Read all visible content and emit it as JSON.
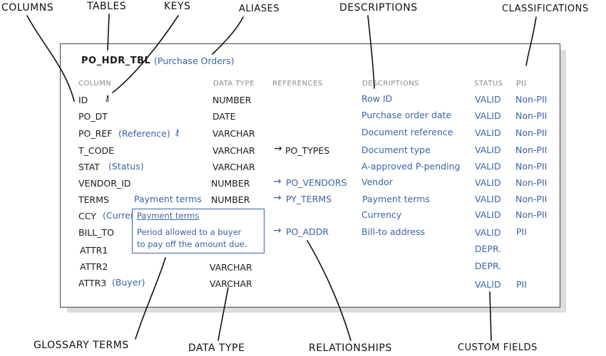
{
  "callouts": {
    "columns": "COLUMNS",
    "tables": "TABLES",
    "keys": "KEYS",
    "aliases": "ALIASES",
    "descriptions": "DESCRIPTIONS",
    "classifications": "CLASSIFICATIONS",
    "glossary_terms": "GLOSSARY TERMS",
    "data_type": "DATA TYPE",
    "relationships": "RELATIONSHIPS",
    "custom_fields": "CUSTOM FIELDS"
  },
  "table": {
    "name": "PO_HDR_TBL",
    "alias": "(Purchase Orders)",
    "headers": {
      "column": "COLUMN",
      "data_type": "DATA TYPE",
      "references": "REFERENCES",
      "descriptions": "DESCRIPTIONS",
      "status": "STATUS",
      "pii": "PII"
    },
    "rows": [
      {
        "column": "ID",
        "alias": "",
        "key": "⚷",
        "data_type": "NUMBER",
        "glossary": "",
        "reference": "",
        "description": "Row ID",
        "status": "VALID",
        "pii": "Non-PII"
      },
      {
        "column": "PO_DT",
        "alias": "",
        "key": "",
        "data_type": "DATE",
        "glossary": "",
        "reference": "",
        "description": "Purchase order date",
        "status": "VALID",
        "pii": "Non-PII"
      },
      {
        "column": "PO_REF",
        "alias": "(Reference)",
        "key": "⚷",
        "data_type": "VARCHAR",
        "glossary": "",
        "reference": "",
        "description": "Document reference",
        "status": "VALID",
        "pii": "Non-PII"
      },
      {
        "column": "T_CODE",
        "alias": "",
        "key": "",
        "data_type": "VARCHAR",
        "glossary": "",
        "reference": "PO_TYPES",
        "description": "Document type",
        "status": "VALID",
        "pii": "Non-PII"
      },
      {
        "column": "STAT",
        "alias": "(Status)",
        "key": "",
        "data_type": "VARCHAR",
        "glossary": "",
        "reference": "",
        "description": "A-approved P-pending",
        "status": "VALID",
        "pii": "Non-PII"
      },
      {
        "column": "VENDOR_ID",
        "alias": "",
        "key": "",
        "data_type": "NUMBER",
        "glossary": "",
        "reference": "PO_VENDORS",
        "description": "Vendor",
        "status": "VALID",
        "pii": "Non-PII"
      },
      {
        "column": "TERMS",
        "alias": "",
        "key": "",
        "data_type": "NUMBER",
        "glossary": "Payment terms",
        "reference": "PY_TERMS",
        "description": "Payment terms",
        "status": "VALID",
        "pii": "Non-PII"
      },
      {
        "column": "CCY",
        "alias": "(Curren",
        "key": "",
        "data_type": "",
        "glossary": "",
        "reference": "",
        "description": "Currency",
        "status": "VALID",
        "pii": "Non-PII"
      },
      {
        "column": "BILL_TO",
        "alias": "",
        "key": "",
        "data_type": "",
        "glossary": "",
        "reference": "PO_ADDR",
        "description": "Bill-to address",
        "status": "VALID",
        "pii": "PII"
      },
      {
        "column": "ATTR1",
        "alias": "",
        "key": "",
        "data_type": "",
        "glossary": "",
        "reference": "",
        "description": "",
        "status": "DEPR.",
        "pii": ""
      },
      {
        "column": "ATTR2",
        "alias": "",
        "key": "",
        "data_type": "VARCHAR",
        "glossary": "",
        "reference": "",
        "description": "",
        "status": "DEPR.",
        "pii": ""
      },
      {
        "column": "ATTR3",
        "alias": "(Buyer)",
        "key": "",
        "data_type": "VARCHAR",
        "glossary": "",
        "reference": "",
        "description": "",
        "status": "VALID",
        "pii": "PII"
      }
    ],
    "reference_arrow": "→"
  },
  "tooltip": {
    "title": "Payment terms",
    "line1": "Period allowed to a buyer",
    "line2": "to pay off the amount due."
  }
}
